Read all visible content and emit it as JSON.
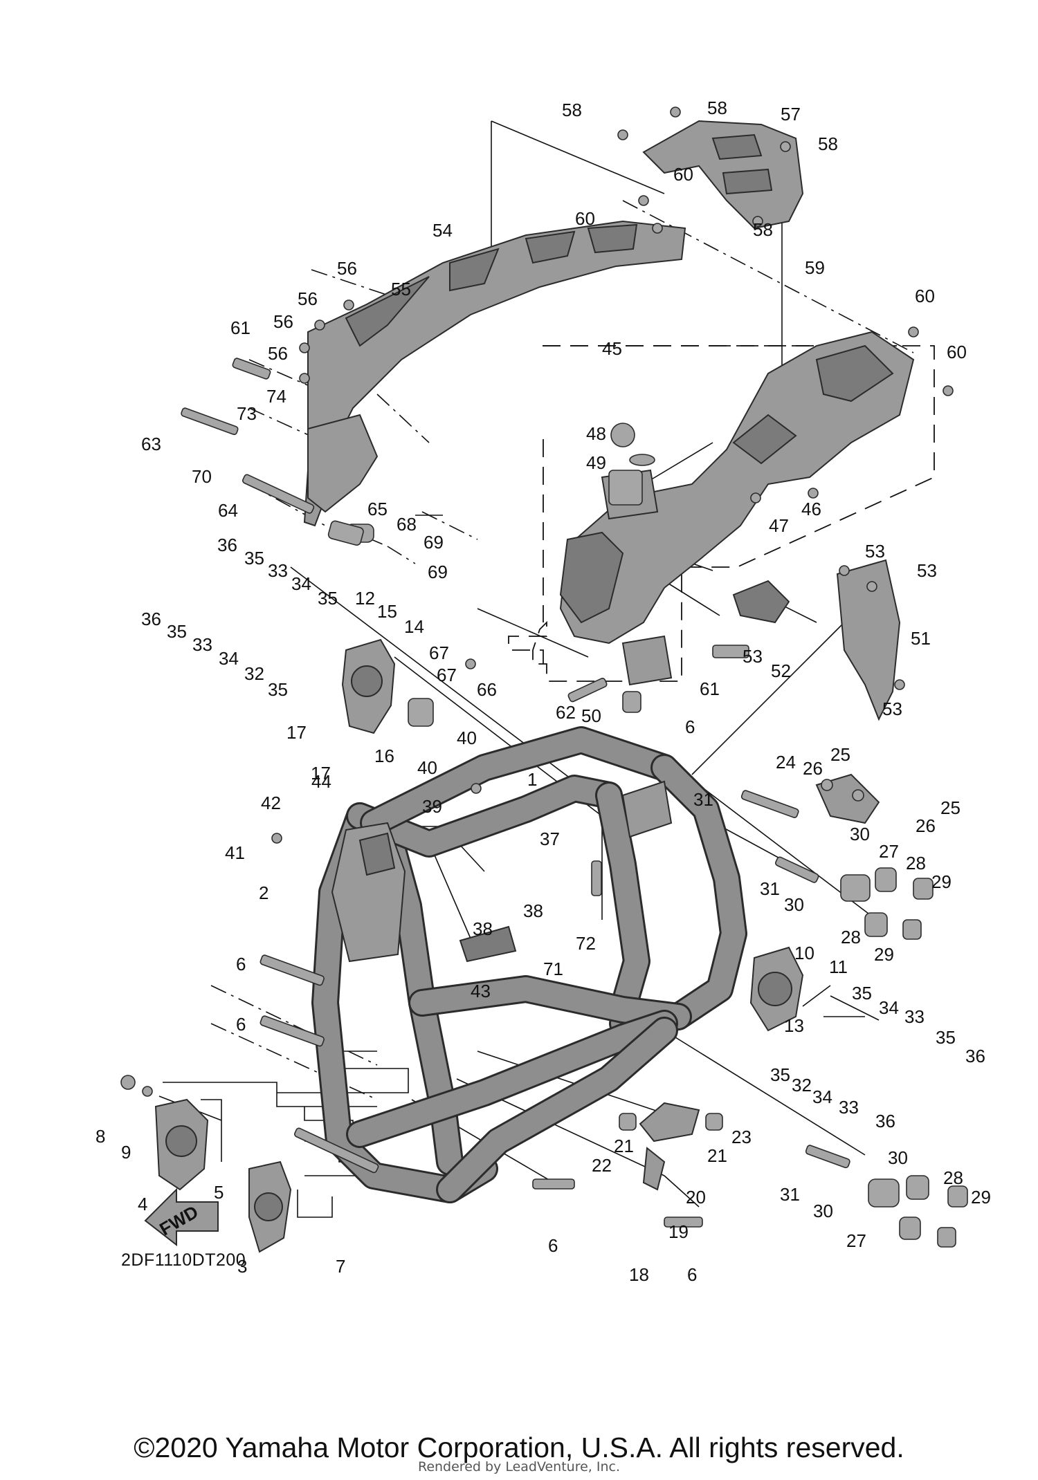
{
  "diagram": {
    "code": "2DF1110DT200",
    "direction_label": "FWD",
    "copyright": "©2020 Yamaha Motor Corporation, U.S.A. All rights reserved.",
    "rendered_by": "Rendered by LeadVenture, Inc.",
    "callouts": [
      "1",
      "2",
      "3",
      "4",
      "5",
      "6",
      "6",
      "6",
      "6",
      "6",
      "7",
      "8",
      "9",
      "10",
      "11",
      "12",
      "13",
      "14",
      "15",
      "16",
      "17",
      "17",
      "18",
      "19",
      "20",
      "21",
      "21",
      "22",
      "23",
      "24",
      "25",
      "25",
      "26",
      "26",
      "27",
      "27",
      "28",
      "28",
      "28",
      "29",
      "29",
      "29",
      "30",
      "30",
      "30",
      "30",
      "31",
      "31",
      "31",
      "32",
      "32",
      "33",
      "33",
      "33",
      "33",
      "34",
      "34",
      "34",
      "34",
      "35",
      "35",
      "35",
      "35",
      "35",
      "35",
      "35",
      "36",
      "36",
      "36",
      "36",
      "37",
      "38",
      "38",
      "39",
      "40",
      "40",
      "41",
      "42",
      "43",
      "44",
      "45",
      "46",
      "47",
      "48",
      "49",
      "50",
      "51",
      "52",
      "53",
      "53",
      "53",
      "53",
      "54",
      "55",
      "56",
      "56",
      "56",
      "56",
      "57",
      "58",
      "58",
      "58",
      "58",
      "59",
      "60",
      "60",
      "60",
      "60",
      "61",
      "61",
      "62",
      "63",
      "64",
      "65",
      "66",
      "67",
      "67",
      "68",
      "69",
      "69",
      "70",
      "71",
      "72",
      "73",
      "74"
    ]
  }
}
